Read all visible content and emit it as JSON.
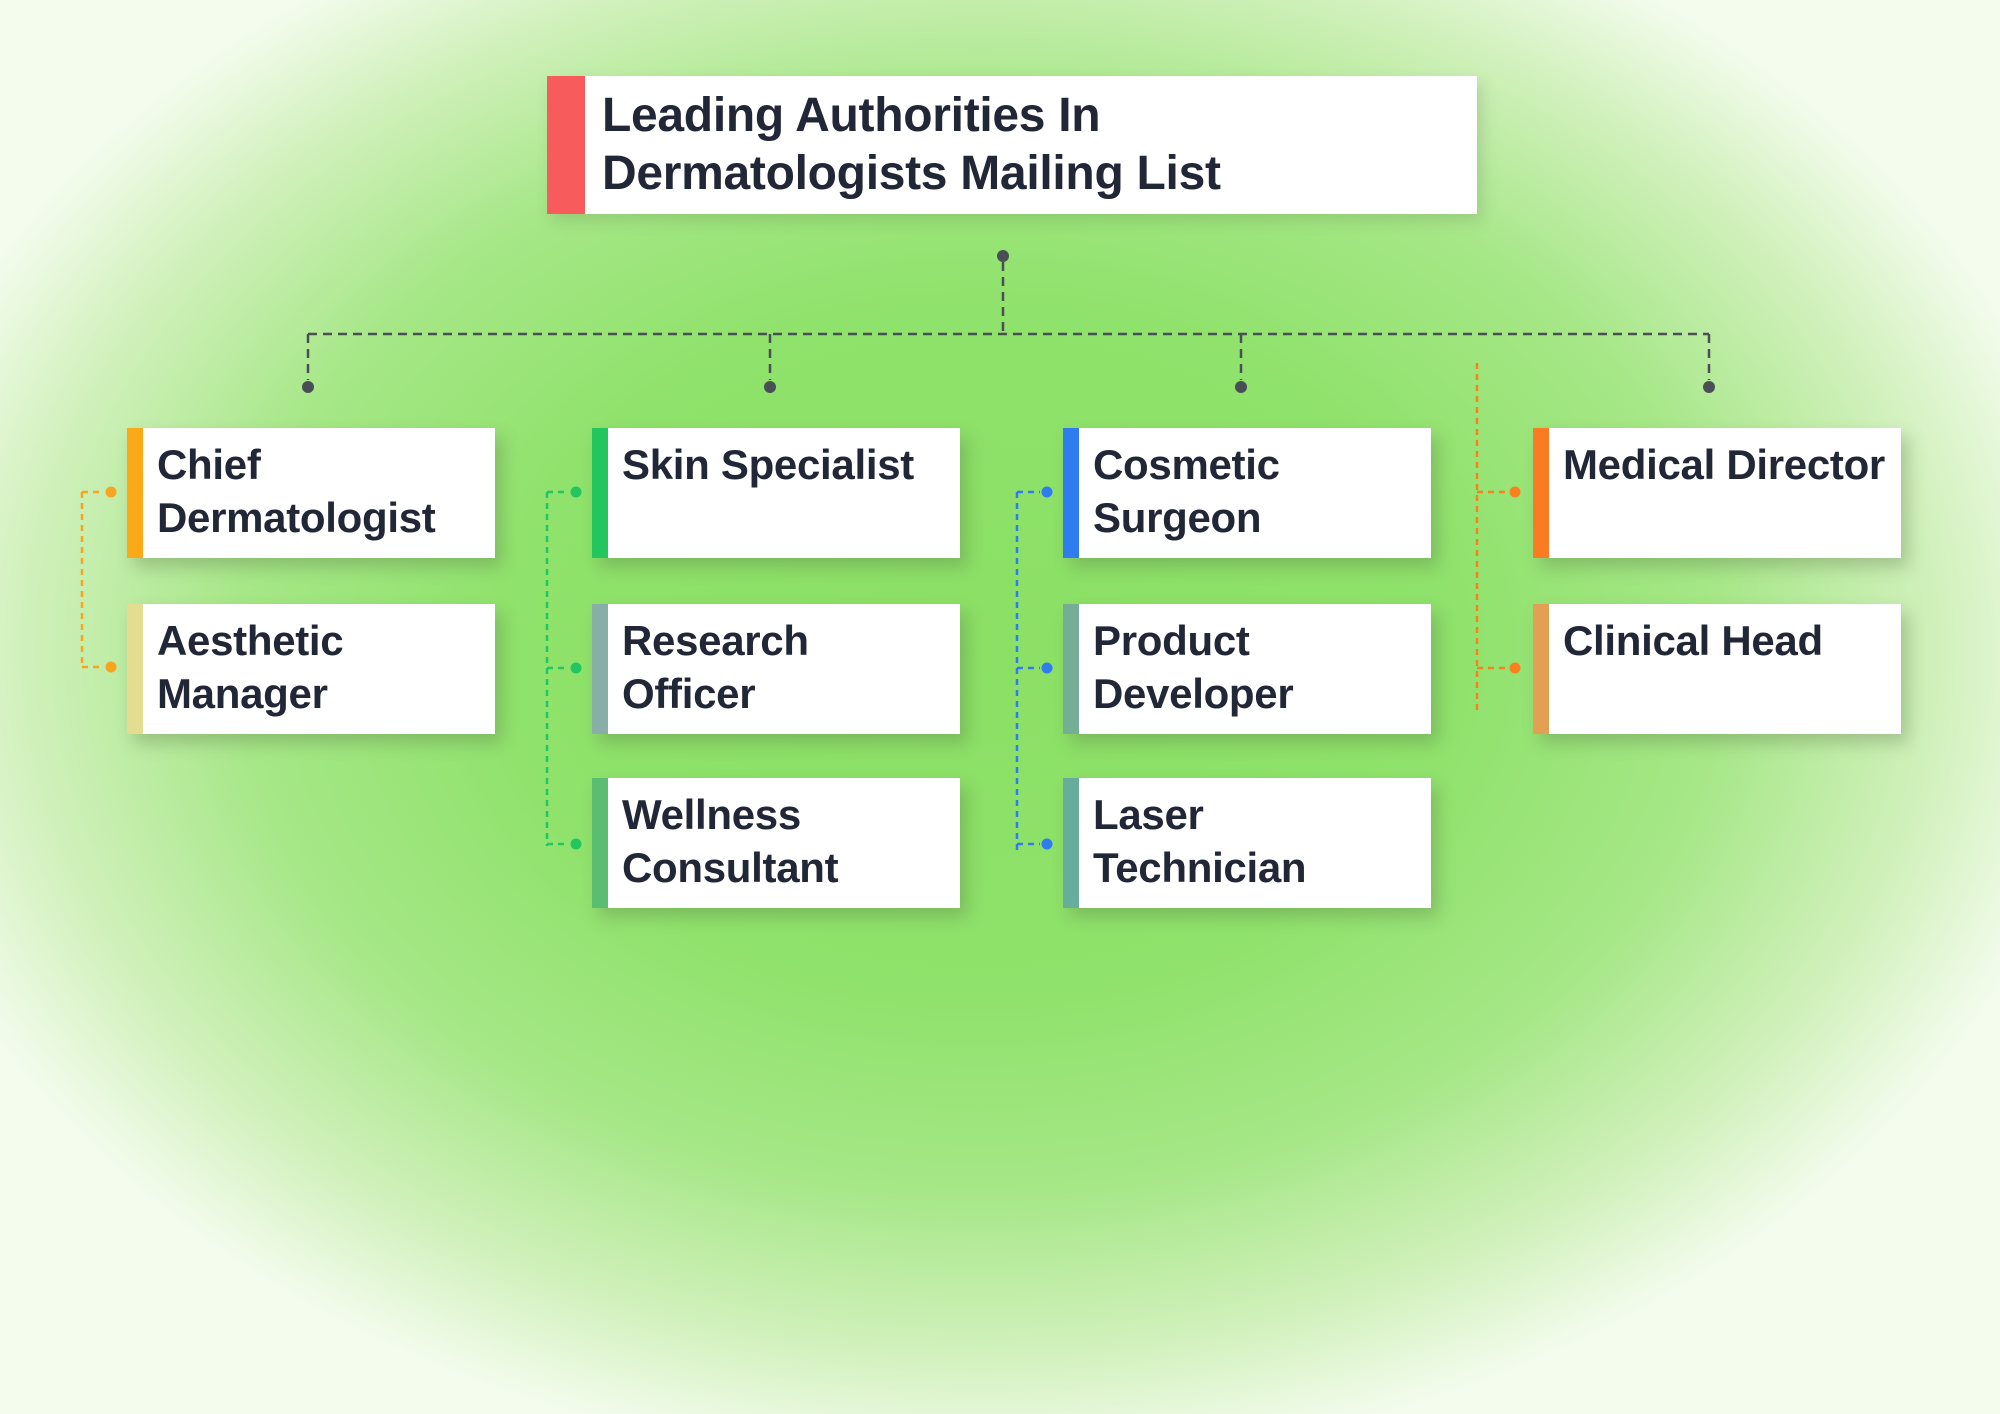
{
  "title": {
    "line1": "Leading Authorities In",
    "line2": "Dermatologists Mailing List",
    "accent_color": "#F85B5B"
  },
  "connector": {
    "main_color": "#4A4F55"
  },
  "columns": [
    {
      "name": "column-1",
      "connector_color": "#F9A41F",
      "nodes": [
        {
          "label": "Chief Dermatologist",
          "accent_color": "#FBA919"
        },
        {
          "label": "Aesthetic Manager",
          "accent_color": "#E4DC8E"
        }
      ]
    },
    {
      "name": "column-2",
      "connector_color": "#22C55E",
      "nodes": [
        {
          "label": "Skin Specialist",
          "accent_color": "#22C55E"
        },
        {
          "label": "Research Officer",
          "accent_color": "#87AFA8"
        },
        {
          "label": "Wellness Consultant",
          "accent_color": "#5ABD72"
        }
      ]
    },
    {
      "name": "column-3",
      "connector_color": "#2F7BF0",
      "nodes": [
        {
          "label": "Cosmetic Surgeon",
          "accent_color": "#2F7BF0"
        },
        {
          "label": "Product Developer",
          "accent_color": "#74AE95"
        },
        {
          "label": "Laser Technician",
          "accent_color": "#68AC9C"
        }
      ]
    },
    {
      "name": "column-4",
      "connector_color": "#F9801F",
      "nodes": [
        {
          "label": "Medical Director",
          "accent_color": "#F97B22"
        },
        {
          "label": "Clinical Head",
          "accent_color": "#E3A055"
        }
      ]
    }
  ],
  "background": {
    "center_green": "#8BE065",
    "edge_pale": "#F2FBEC"
  }
}
